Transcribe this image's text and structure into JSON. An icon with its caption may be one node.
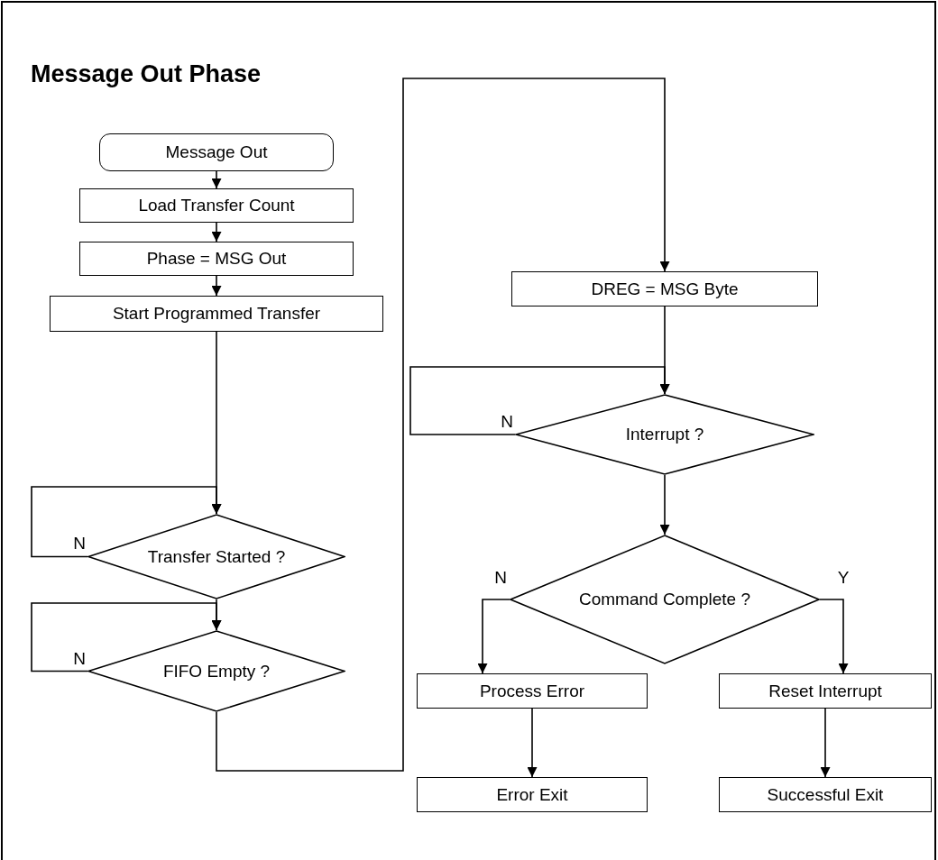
{
  "diagram": {
    "title": "Message Out Phase",
    "nodes": [
      {
        "text": [
          "Message Out"
        ]
      },
      {
        "text": [
          "Load Transfer Count"
        ]
      },
      {
        "text": [
          "Phase = MSG Out"
        ]
      },
      {
        "text": [
          "Start Programmed Transfer"
        ]
      },
      {
        "text": [
          "Transfer Started ?"
        ]
      },
      {
        "text": [
          "FIFO Empty ?"
        ]
      },
      {
        "text": [
          "DREG = MSG Byte"
        ]
      },
      {
        "text": [
          "Interrupt ?"
        ]
      },
      {
        "text": [
          "Command Complete ?"
        ]
      },
      {
        "text": [
          "Process Error"
        ]
      },
      {
        "text": [
          "Reset Interrupt"
        ]
      },
      {
        "text": [
          "Error Exit"
        ]
      },
      {
        "text": [
          "Successful Exit"
        ]
      }
    ],
    "edges": [
      {
        "from": 0,
        "to": 1,
        "arrow": "to"
      },
      {
        "from": 1,
        "to": 2,
        "arrow": "to"
      },
      {
        "from": 2,
        "to": 3,
        "arrow": "to"
      },
      {
        "from": 3,
        "to": 4,
        "arrow": "to"
      },
      {
        "from": 4,
        "to": 4,
        "label": "N",
        "arrow": "to"
      },
      {
        "from": 4,
        "to": 5,
        "arrow": "to"
      },
      {
        "from": 5,
        "to": 5,
        "label": "N",
        "arrow": "to"
      },
      {
        "from": 5,
        "to": 6,
        "arrow": "to"
      },
      {
        "from": 6,
        "to": 7,
        "arrow": "to"
      },
      {
        "from": 7,
        "to": 7,
        "label": "N",
        "arrow": "to"
      },
      {
        "from": 7,
        "to": 8,
        "arrow": "to"
      },
      {
        "from": 8,
        "to": 9,
        "label": "N",
        "arrow": "to"
      },
      {
        "from": 8,
        "to": 10,
        "label": "Y",
        "arrow": "to"
      },
      {
        "from": 9,
        "to": 11,
        "arrow": "to"
      },
      {
        "from": 10,
        "to": 12,
        "arrow": "to"
      }
    ]
  }
}
